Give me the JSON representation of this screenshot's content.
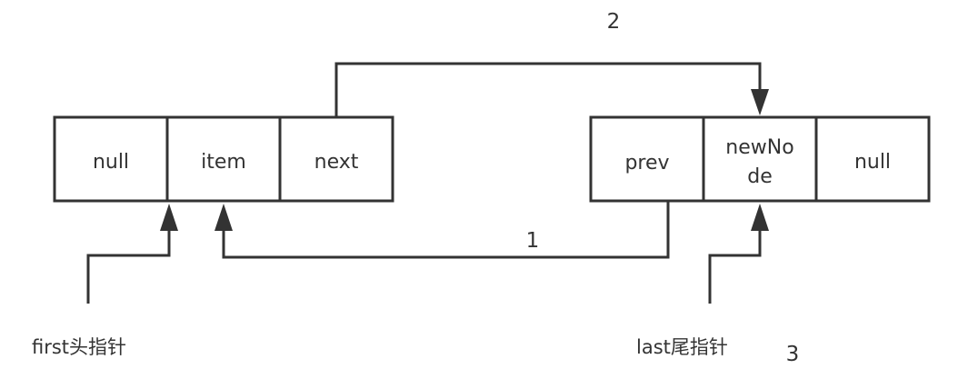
{
  "nodes": {
    "old": {
      "cells": [
        "null",
        "item",
        "next"
      ]
    },
    "new": {
      "cells": [
        "prev",
        "newNo",
        "de",
        "null"
      ]
    }
  },
  "labels": {
    "first_pointer": "first头指针",
    "last_pointer": "last尾指针"
  },
  "step_numbers": {
    "step1": "1",
    "step2": "2",
    "step3": "3"
  },
  "colors": {
    "stroke": "#333333",
    "text": "#333333",
    "background": "#ffffff"
  }
}
